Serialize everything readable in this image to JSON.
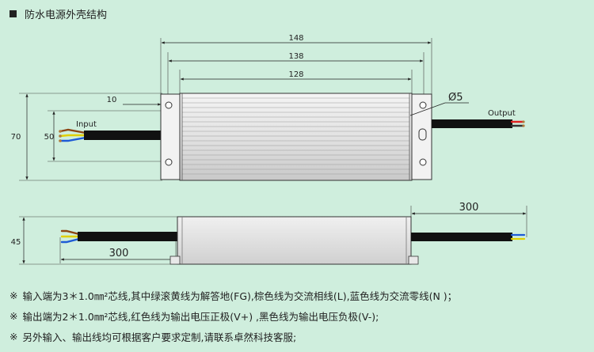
{
  "header": {
    "title": "防水电源外壳结构"
  },
  "top_view": {
    "dim_overall": "148",
    "dim_mount": "138",
    "dim_body": "128",
    "dim_height": "70",
    "dim_tab": "10",
    "dim_inner": "50",
    "dim_hole": "Ø5",
    "label_input": "Input",
    "label_output": "Output"
  },
  "side_view": {
    "dim_height": "45",
    "dim_cable_left": "300",
    "dim_cable_right": "300"
  },
  "notes": [
    {
      "mark": "※",
      "text": "输入端为3＊1.0㎜²芯线,其中绿滚黄线为解答地(FG),棕色线为交流相线(L),蓝色线为交流零线(N )；"
    },
    {
      "mark": "※",
      "text": "输出端为2＊1.0㎜²芯线,红色线为输出电压正极(V+) ,黑色线为输出电压负极(V-);"
    },
    {
      "mark": "※",
      "text": "另外输入、输出线均可根据客户要求定制,请联系卓然科技客服;"
    }
  ],
  "colors": {
    "background": "#cfeedd",
    "wire_brown": "#8b4513",
    "wire_blue": "#1e5bd6",
    "wire_yellow_green": "#e0d000",
    "wire_red": "#e02020",
    "wire_black": "#111111"
  }
}
